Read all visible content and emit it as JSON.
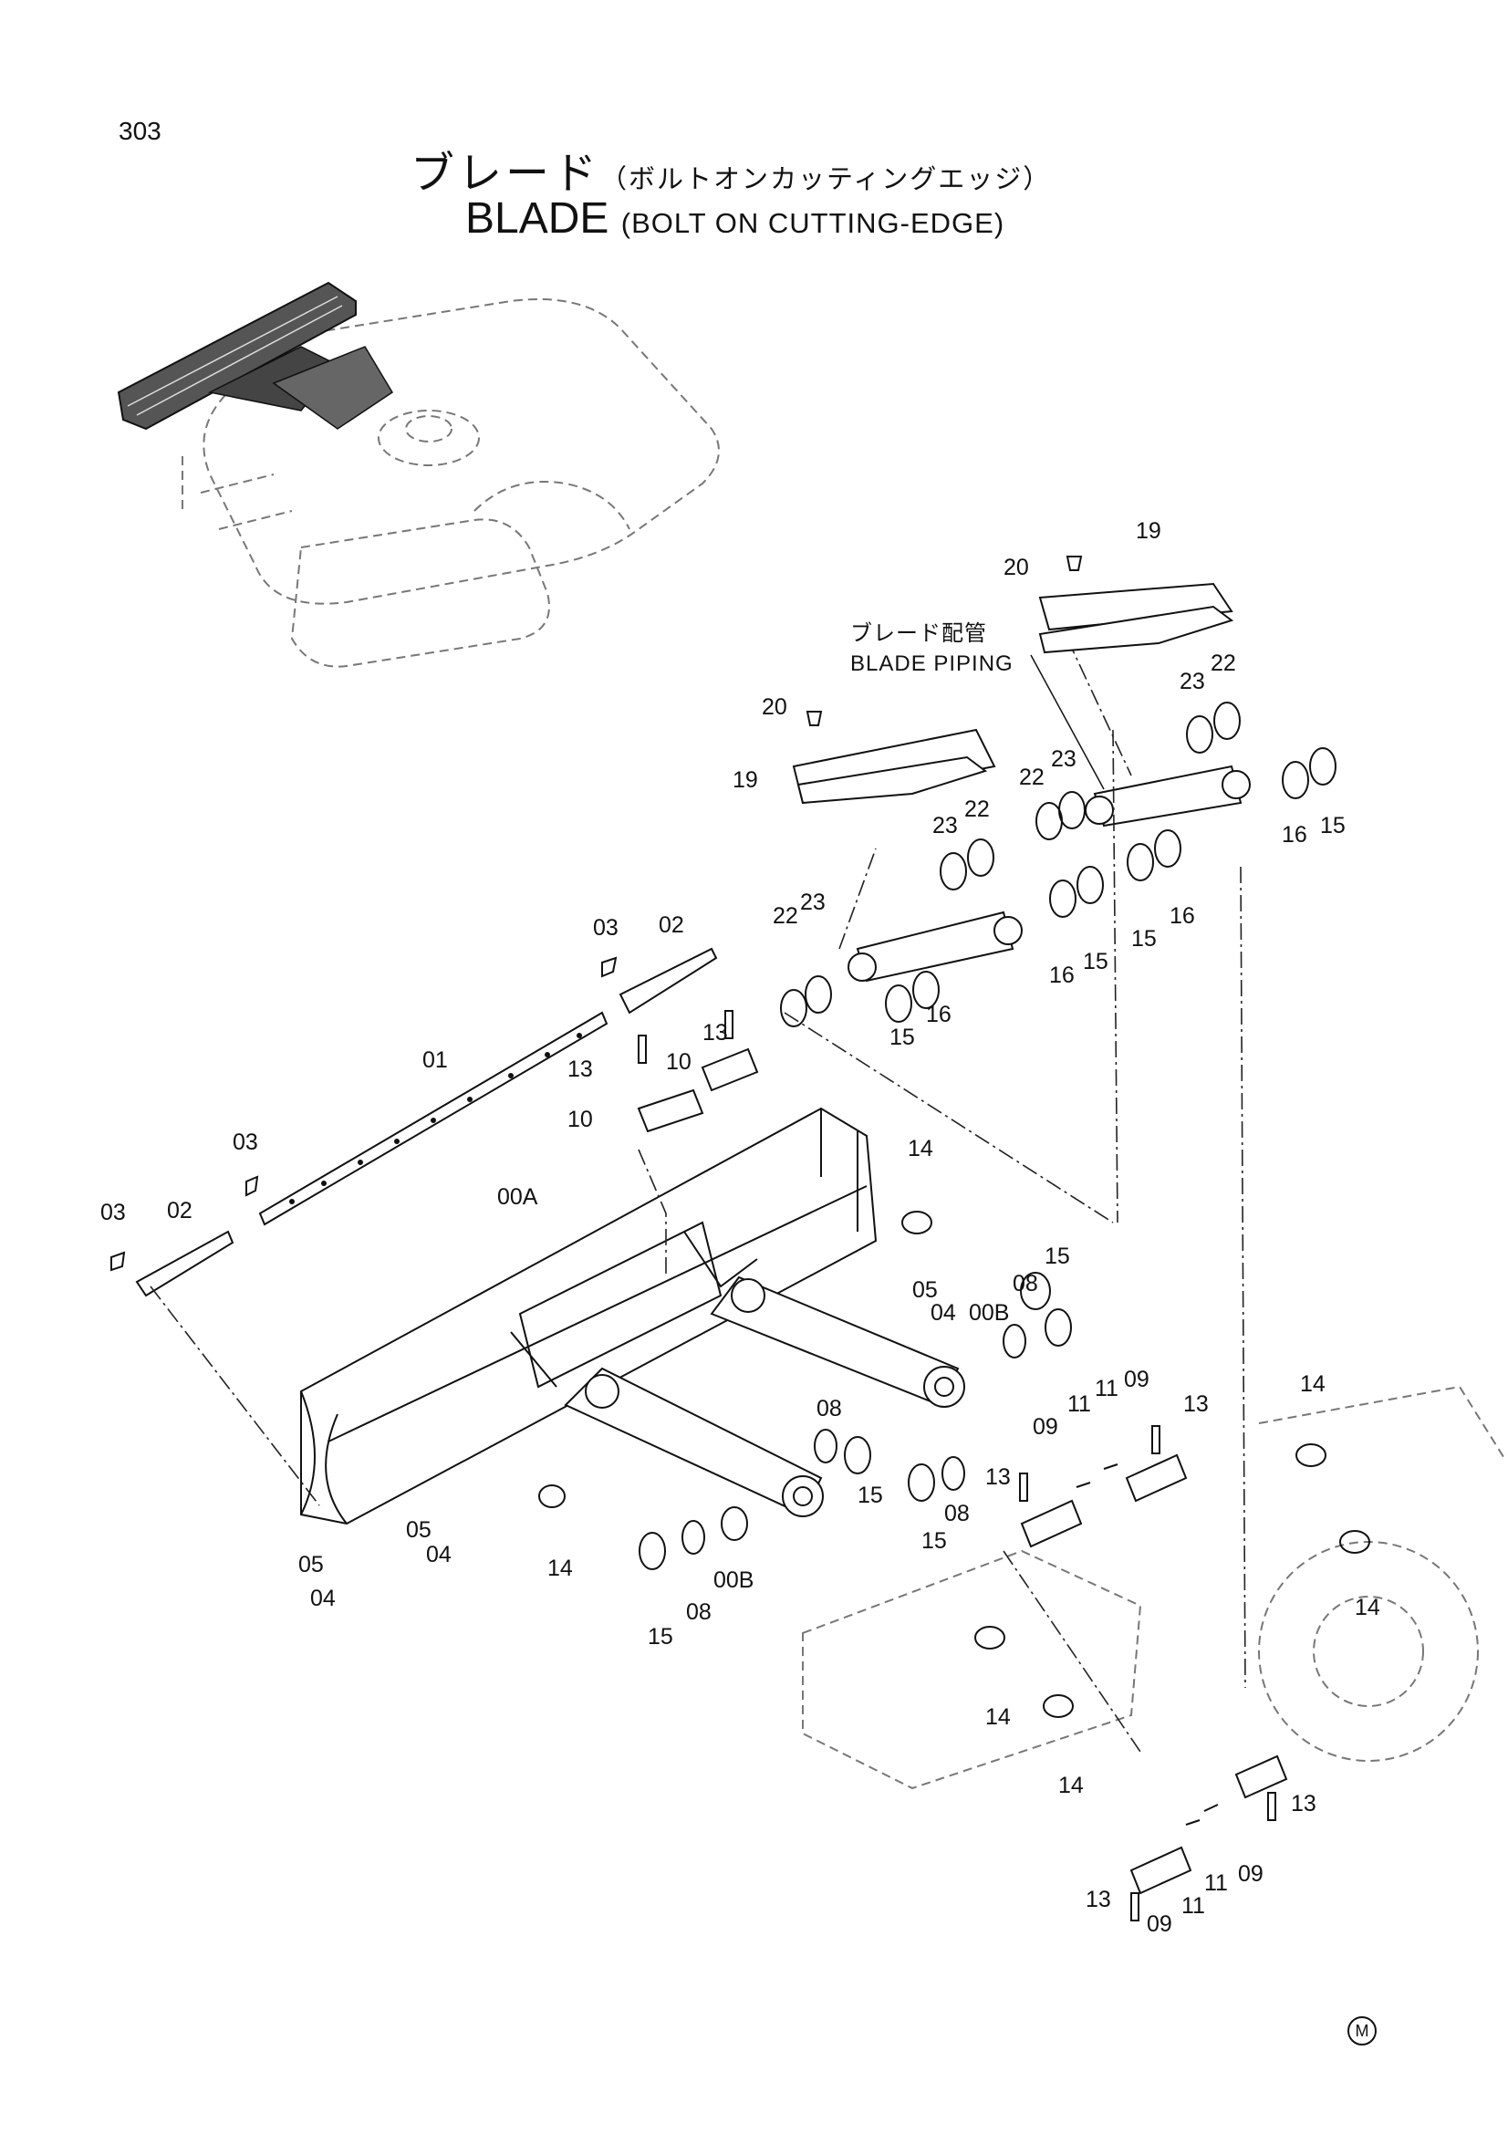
{
  "page": {
    "number": "303",
    "title_jp": "ブレード",
    "title_jp_sub": "（ボルトオンカッティングエッジ）",
    "title_en": "BLADE",
    "title_en_sub": "(BOLT ON CUTTING-EDGE)",
    "maker_mark": "M"
  },
  "callout": {
    "jp": "ブレード配管",
    "en": "BLADE PIPING"
  },
  "parts": [
    {
      "id": "p01",
      "label": "01"
    },
    {
      "id": "p02a",
      "label": "02"
    },
    {
      "id": "p02b",
      "label": "02"
    },
    {
      "id": "p03a",
      "label": "03"
    },
    {
      "id": "p03b",
      "label": "03"
    },
    {
      "id": "p03c",
      "label": "03"
    },
    {
      "id": "p00A",
      "label": "00A"
    },
    {
      "id": "p00Ba",
      "label": "00B"
    },
    {
      "id": "p00Bb",
      "label": "00B"
    },
    {
      "id": "p04a",
      "label": "04"
    },
    {
      "id": "p04b",
      "label": "04"
    },
    {
      "id": "p04c",
      "label": "04"
    },
    {
      "id": "p05a",
      "label": "05"
    },
    {
      "id": "p05b",
      "label": "05"
    },
    {
      "id": "p05c",
      "label": "05"
    },
    {
      "id": "p08a",
      "label": "08"
    },
    {
      "id": "p08b",
      "label": "08"
    },
    {
      "id": "p08c",
      "label": "08"
    },
    {
      "id": "p08d",
      "label": "08"
    },
    {
      "id": "p09a",
      "label": "09"
    },
    {
      "id": "p09b",
      "label": "09"
    },
    {
      "id": "p09c",
      "label": "09"
    },
    {
      "id": "p09d",
      "label": "09"
    },
    {
      "id": "p10a",
      "label": "10"
    },
    {
      "id": "p10b",
      "label": "10"
    },
    {
      "id": "p11a",
      "label": "11"
    },
    {
      "id": "p11b",
      "label": "11"
    },
    {
      "id": "p11c",
      "label": "11"
    },
    {
      "id": "p11d",
      "label": "11"
    },
    {
      "id": "p13a",
      "label": "13"
    },
    {
      "id": "p13b",
      "label": "13"
    },
    {
      "id": "p13c",
      "label": "13"
    },
    {
      "id": "p13d",
      "label": "13"
    },
    {
      "id": "p13e",
      "label": "13"
    },
    {
      "id": "p13f",
      "label": "13"
    },
    {
      "id": "p14a",
      "label": "14"
    },
    {
      "id": "p14b",
      "label": "14"
    },
    {
      "id": "p14c",
      "label": "14"
    },
    {
      "id": "p14d",
      "label": "14"
    },
    {
      "id": "p14e",
      "label": "14"
    },
    {
      "id": "p14f",
      "label": "14"
    },
    {
      "id": "p15a",
      "label": "15"
    },
    {
      "id": "p15b",
      "label": "15"
    },
    {
      "id": "p15c",
      "label": "15"
    },
    {
      "id": "p15d",
      "label": "15"
    },
    {
      "id": "p15e",
      "label": "15"
    },
    {
      "id": "p15f",
      "label": "15"
    },
    {
      "id": "p15g",
      "label": "15"
    },
    {
      "id": "p15h",
      "label": "15"
    },
    {
      "id": "p16a",
      "label": "16"
    },
    {
      "id": "p16b",
      "label": "16"
    },
    {
      "id": "p16c",
      "label": "16"
    },
    {
      "id": "p16d",
      "label": "16"
    },
    {
      "id": "p19a",
      "label": "19"
    },
    {
      "id": "p19b",
      "label": "19"
    },
    {
      "id": "p20a",
      "label": "20"
    },
    {
      "id": "p20b",
      "label": "20"
    },
    {
      "id": "p22a",
      "label": "22"
    },
    {
      "id": "p22b",
      "label": "22"
    },
    {
      "id": "p22c",
      "label": "22"
    },
    {
      "id": "p22d",
      "label": "22"
    },
    {
      "id": "p23a",
      "label": "23"
    },
    {
      "id": "p23b",
      "label": "23"
    },
    {
      "id": "p23c",
      "label": "23"
    },
    {
      "id": "p23d",
      "label": "23"
    }
  ]
}
